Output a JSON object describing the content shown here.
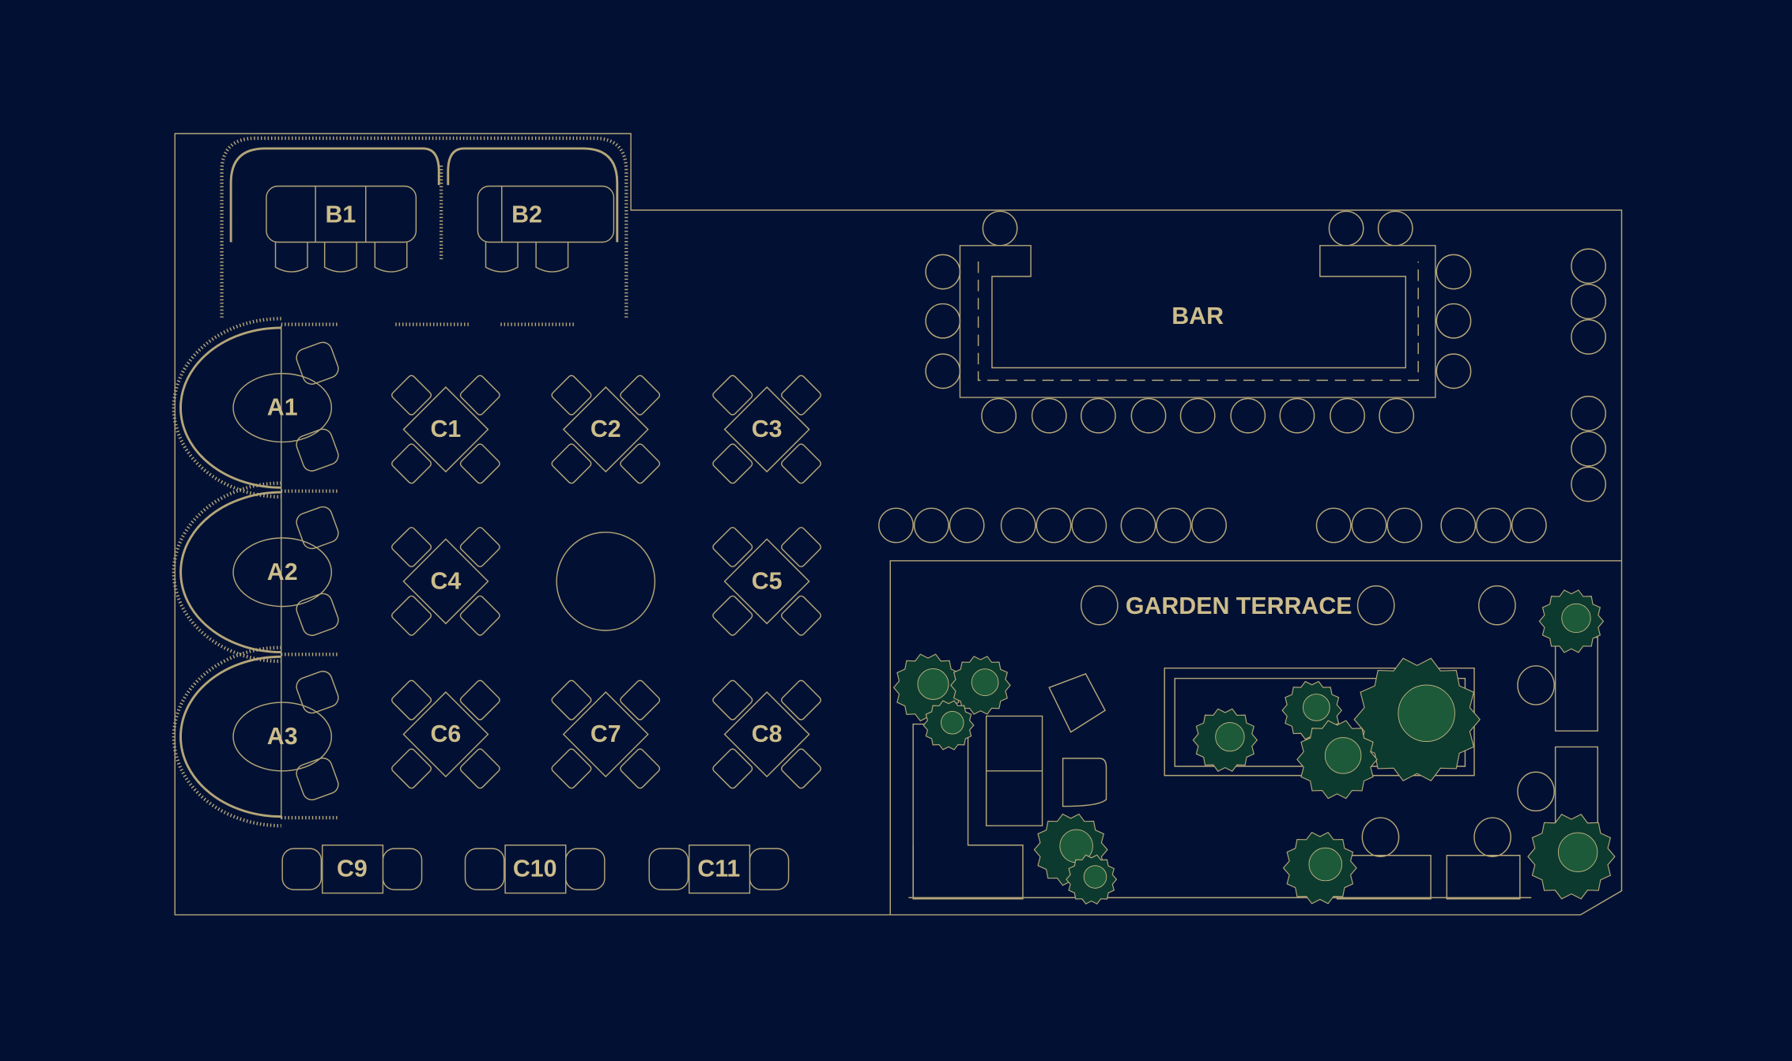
{
  "colors": {
    "background": "#021133",
    "line": "#b5a679",
    "label": "#cdbd8c",
    "foliage": "#0c3a2e",
    "foliage_light": "#1d5a3a"
  },
  "areas": {
    "bar": "BAR",
    "garden": "GARDEN TERRACE"
  },
  "tables": {
    "booths": [
      "B1",
      "B2"
    ],
    "alcoves": [
      "A1",
      "A2",
      "A3"
    ],
    "square": [
      "C1",
      "C2",
      "C3",
      "C4",
      "C5",
      "C6",
      "C7",
      "C8"
    ],
    "pairs": [
      "C9",
      "C10",
      "C11"
    ]
  }
}
